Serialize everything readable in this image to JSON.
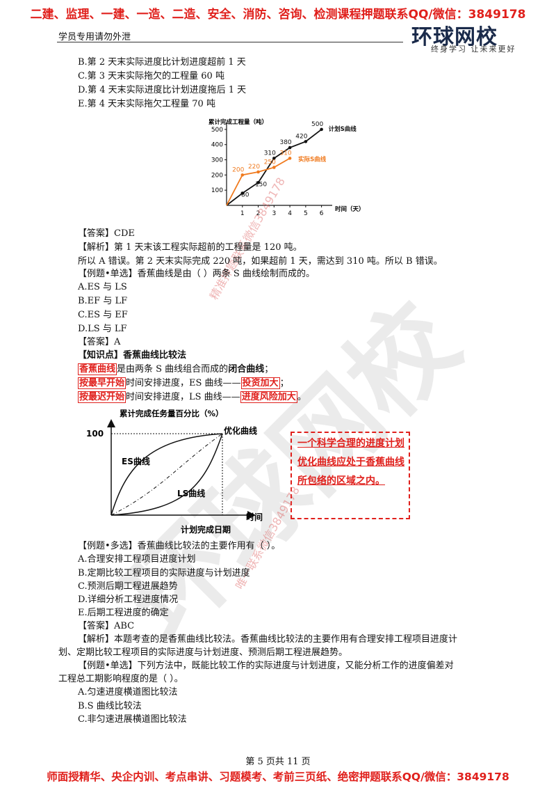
{
  "banner_top": "二建、监理、一建、一造、二造、安全、消防、咨询、检测课程押题联系QQ/微信：3849178",
  "header": {
    "left": "学员专用请勿外泄",
    "logo": "环球网校",
    "slogan": "终身学习 让未来更好"
  },
  "options_top": [
    "B.第 2 天末实际进度比计划进度超前 1 天",
    "C.第 3 天末实际拖欠的工程量 60 吨",
    "D.第 4 天末实际进度比计划进度拖后 1 天",
    "E.第 4 天末实际拖欠工程量 70 吨"
  ],
  "chart_data": {
    "type": "line",
    "ylabel": "累计完成工程量（吨）",
    "xlabel": "时间（天）",
    "x_ticks": [
      "1",
      "2",
      "3",
      "4",
      "5",
      "6"
    ],
    "y_ticks": [
      "100",
      "200",
      "300",
      "400",
      "500"
    ],
    "xlim": [
      0,
      6.5
    ],
    "ylim": [
      0,
      550
    ],
    "series": [
      {
        "name": "计划S曲线",
        "color": "#111111",
        "x": [
          0,
          1,
          2,
          3,
          4,
          5,
          6
        ],
        "y": [
          0,
          80,
          150,
          310,
          380,
          420,
          500
        ],
        "labels": [
          "",
          "80",
          "150",
          "310",
          "380",
          "420",
          "500"
        ]
      },
      {
        "name": "实际S曲线",
        "color": "#f07a1e",
        "x": [
          0,
          1,
          2,
          3,
          4
        ],
        "y": [
          0,
          200,
          220,
          250,
          310
        ],
        "labels": [
          "",
          "200",
          "220",
          "250",
          "310"
        ]
      }
    ]
  },
  "answer1": "【答案】CDE",
  "analysis1_a": "【解析】第 1 天末该工程实际超前的工程量是 120 吨。",
  "analysis1_b": "所以 A 错误。第 2 天末实际完成 220 吨，如果超前 1 天，需达到 310 吨。所以 B 错误。",
  "q2": {
    "stem": "【例题•单选】香蕉曲线是由（   ）两条 S 曲线绘制而成的。",
    "options": [
      "A.ES 与 LS",
      "B.EF 与 LF",
      "C.ES 与 EF",
      "D.LS 与 LF"
    ],
    "answer": "【答案】A"
  },
  "knowledge": {
    "title": "【知识点】香蕉曲线比较法",
    "l1_a": "香蕉曲线",
    "l1_b": "是由两条 S 曲线组合而成的",
    "l1_c": "闭合曲线",
    "l1_d": "；",
    "l2_a": "按最早开始",
    "l2_b": "时间安排进度，ES 曲线——",
    "l2_c": "投资加大",
    "l2_d": "；",
    "l3_a": "按最迟开始",
    "l3_b": "时间安排进度，LS 曲线——",
    "l3_c": "进度风险加大",
    "l3_d": "。"
  },
  "banana_chart": {
    "ylabel": "累计完成任务量百分比（%）",
    "y_tick": "100",
    "top_label": "优化曲线",
    "es_label": "ES曲线",
    "ls_label": "LS曲线",
    "x_axis_label": "时间",
    "x_bottom_label": "计划完成日期"
  },
  "note": "一个科学合理的进度计划优化曲线应处于香蕉曲线所包络的区域之内。",
  "q3": {
    "stem": "【例题•多选】香蕉曲线比较法的主要作用有（   ）。",
    "options": [
      "A.合理安排工程项目进度计划",
      "B.定期比较工程项目的实际进度与计划进度",
      "C.预测后期工程进展趋势",
      "D.详细分析工程进度情况",
      "E.后期工程进度的确定"
    ],
    "answer": "【答案】ABC",
    "analysis_a": "【解析】本题考查的是香蕉曲线比较法。香蕉曲线比较法的主要作用有合理安排工程项目进度计",
    "analysis_b": "划、定期比较工程项目的实际进度与计划进度、预测后期工程进展趋势。"
  },
  "q4": {
    "stem_a": "【例题•单选】下列方法中，既能比较工作的实际进度与计划进度，又能分析工作的进度偏差对",
    "stem_b": "工程总工期影响程度的是（   ）。",
    "options": [
      "A.匀速进度横道图比较法",
      "B.S 曲线比较法",
      "C.非匀速进展横道图比较法"
    ]
  },
  "footer": "第 5 页共 11 页",
  "banner_bottom": "师面授精华、央企内训、考点串讲、习题模考、考前三页纸、绝密押题联系QQ/微信：3849178",
  "watermarks": [
    "精准押题联系微信3849178",
    "唯一联系微信3849178",
    "环球网校"
  ]
}
